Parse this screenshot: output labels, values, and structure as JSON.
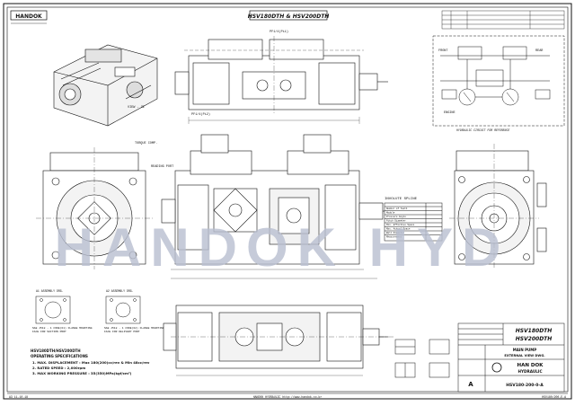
{
  "sheet": {
    "title": "HSV180DTH & HSV200DTH",
    "watermark": "HANDOK HYD",
    "brand_top": "HANDOK",
    "corner_mark": "A",
    "footer_center": "HANDOK HYDRAULIC  http://www.handok.co.kr",
    "footer_left": "A3 11.10.18",
    "footer_right": "HSV180/200-E-A"
  },
  "tables": {
    "spline_title": "INVOLUTE SPLINE",
    "spline_rows": [
      "Number of Teeth",
      "Module",
      "Pressure Angle",
      "Pitch Diameter",
      "Min. Effective Space",
      "Max. Actual Space",
      "Ball Diameter",
      "Measurement"
    ]
  },
  "hydraulic": {
    "front_label": "FRONT",
    "rear_label": "REAR",
    "engine_label": "ENGINE",
    "caption": "HYDRAULIC CIRCUIT FOR REFERENCE"
  },
  "specs": {
    "model_line": "HSV180DTH/HSV200DTH",
    "heading": "OPERATING SPECIFICATIONS",
    "lines": [
      "1. MAX. DISPLACEMENT : Max 180(200)cc/rev & Min 48cc/rev",
      "2. RATED SPEED : 2,000rpm",
      "3. MAX WORKING PRESSURE : 35(350)MPa(kgf/cm²)"
    ]
  },
  "flanges": {
    "left_title": "A1 ASSEMBLY DRG.",
    "right_title": "A2 ASSEMBLY DRG.",
    "left_caption": "SAE J518 - 1 CODE(61) FLANGE MOUNTING FACE FOR SUCTION PORT",
    "right_caption": "SAE J518 - 1 CODE(62) FLANGE MOUNTING FACE FOR DELIVERY PORT"
  },
  "title_block": {
    "model_1": "HSV180DTH",
    "model_2": "HSV200DTH",
    "subtitle": "MAIN PUMP",
    "drawing_name": "EXTERNAL VIEW DWG.",
    "company": "HAN DOK",
    "company_2": "HYDRAULIC",
    "drawing_no": "HSV180-200-0-A"
  },
  "view_labels": {
    "view_a": "VIEW - ZZ",
    "port_a": "PF1/4(Pi1)",
    "port_b": "PF1/4(Pi2)",
    "torque_note": "TORQUE COMP.",
    "reading_note": "READING PORT"
  },
  "colors": {
    "line": "#111111",
    "watermark": "#b9bfd1"
  }
}
